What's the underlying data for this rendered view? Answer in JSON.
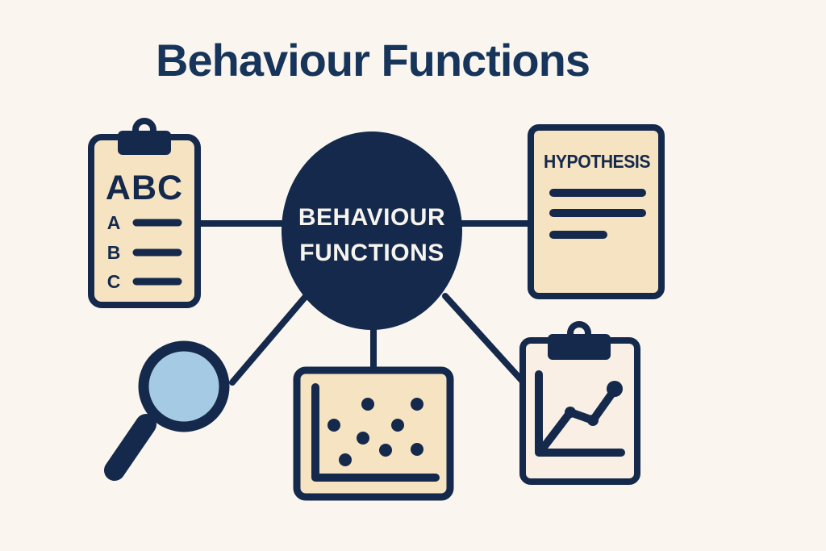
{
  "title": "Behaviour Functions",
  "colors": {
    "background": "#faf6ef",
    "navy": "#14294b",
    "title_navy": "#17345a",
    "tan_fill": "#f5e3c2",
    "ivory_fill": "#f9efe4",
    "lens_blue": "#a5cae4",
    "light_text": "#f7f4ee"
  },
  "center_node": {
    "line1": "BEHAVIOUR",
    "line2": "FUNCTIONS"
  },
  "abc_clipboard": {
    "heading": "ABC",
    "rows": [
      "A",
      "B",
      "C"
    ]
  },
  "hypothesis_document": {
    "heading": "HYPOTHESIS"
  },
  "icons": [
    {
      "name": "abc-clipboard-icon",
      "meaning": "ABC assessment clipboard"
    },
    {
      "name": "hypothesis-document-icon",
      "meaning": "Hypothesis document"
    },
    {
      "name": "magnifier-icon",
      "meaning": "Magnifying glass"
    },
    {
      "name": "scatter-chart-icon",
      "meaning": "Scatter plot data"
    },
    {
      "name": "trend-clipboard-icon",
      "meaning": "Clipboard with rising line graph"
    }
  ]
}
